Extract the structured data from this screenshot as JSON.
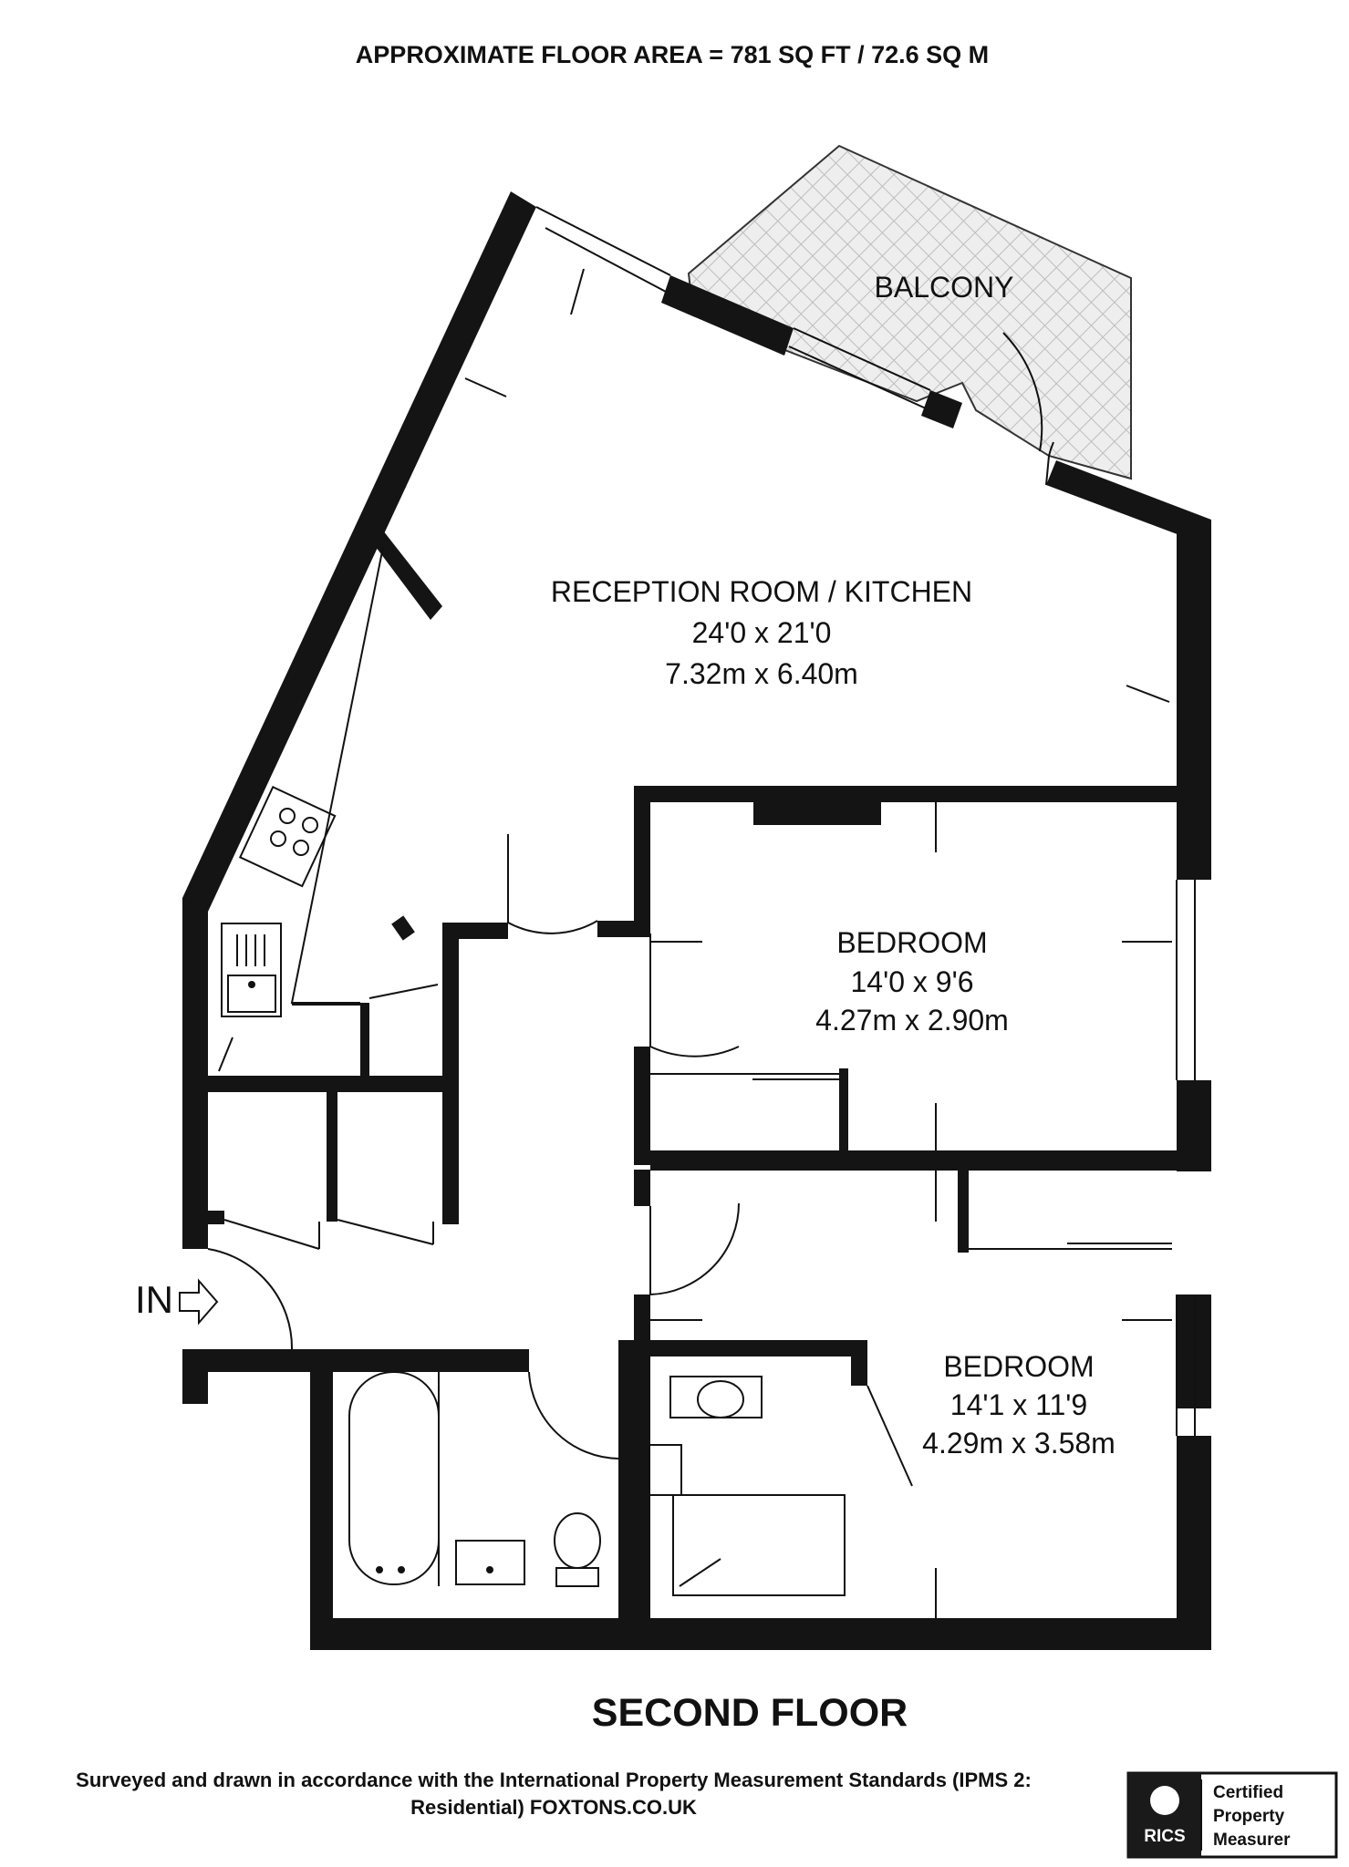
{
  "header": {
    "floor_area": "APPROXIMATE FLOOR AREA = 781 SQ FT / 72.6 SQ M"
  },
  "rooms": {
    "balcony": {
      "name": "BALCONY"
    },
    "reception": {
      "name": "RECEPTION ROOM / KITCHEN",
      "imperial": "24'0 x 21'0",
      "metric": "7.32m x 6.40m"
    },
    "bedroom1": {
      "name": "BEDROOM",
      "imperial": "14'0 x 9'6",
      "metric": "4.27m x 2.90m"
    },
    "bedroom2": {
      "name": "BEDROOM",
      "imperial": "14'1 x 11'9",
      "metric": "4.29m x 3.58m"
    }
  },
  "entrance": {
    "label": "IN"
  },
  "floor_label": "SECOND FLOOR",
  "footer": {
    "line1": "Surveyed and drawn in accordance with the International Property Measurement Standards (IPMS 2:",
    "line2": "Residential) FOXTONS.CO.UK"
  },
  "badge": {
    "logo_text": "RICS",
    "line1": "Certified",
    "line2": "Property",
    "line3": "Measurer"
  },
  "colors": {
    "wall": "#141414",
    "background": "#ffffff",
    "balcony_hatch": "#c8c8c8"
  }
}
